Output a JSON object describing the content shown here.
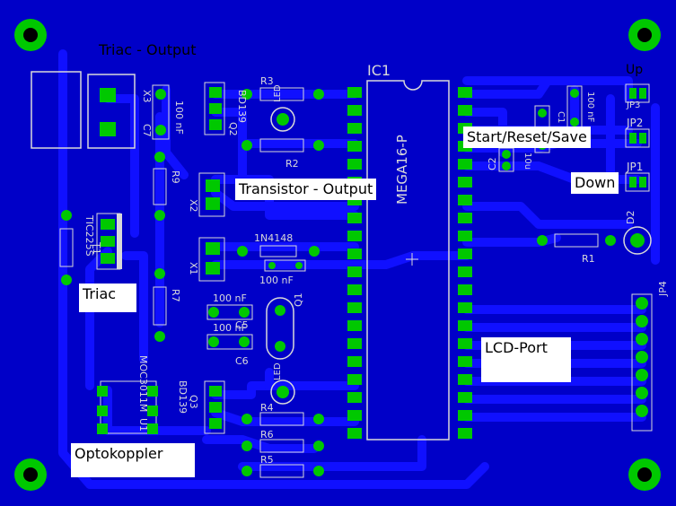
{
  "labels": {
    "triac_output": "Triac - Output",
    "transistor_output": "Transistor - Output",
    "start_reset_save": "Start/Reset/Save",
    "down": "Down",
    "triac": "Triac",
    "lcd_port": "LCD-Port",
    "optokoppler": "Optokoppler"
  },
  "silkscreen": {
    "ic1": "IC1",
    "mega16": "MEGA16-P",
    "up": "Up",
    "x3": "X3",
    "c7": "C7",
    "c7_value": "100 nF",
    "bd139_q2": "BD139",
    "q2": "Q2",
    "r3": "R3",
    "led_top": "LED",
    "r2": "R2",
    "r9": "R9",
    "x2": "X2",
    "x1": "X1",
    "diode": "1N4148",
    "c_100nf": "100 nF",
    "q1": "Q1",
    "c5": "C5",
    "c5_value": "100 nF",
    "c6": "C6",
    "c6_value": "100 nF",
    "tic": "TIC225S",
    "t1": "T1",
    "r7": "R7",
    "moc": "MOC3011M",
    "u1": "U1",
    "bd139_q3": "BD139",
    "q3": "Q3",
    "led_bottom": "LED",
    "r4": "R4",
    "r6": "R6",
    "r5": "R5",
    "jp1": "JP1",
    "jp2": "JP2",
    "jp3": "JP3",
    "jp4": "JP4",
    "c2": "C2",
    "c2_value": "10u",
    "c_top": "100 nF",
    "c1": "C1",
    "d2": "D2",
    "r1": "R1"
  },
  "colors": {
    "board": "#0000c8",
    "copper": "#0000ff",
    "pad": "#00c800",
    "silk": "#d9d9d9",
    "label_bg": "#ffffff"
  }
}
